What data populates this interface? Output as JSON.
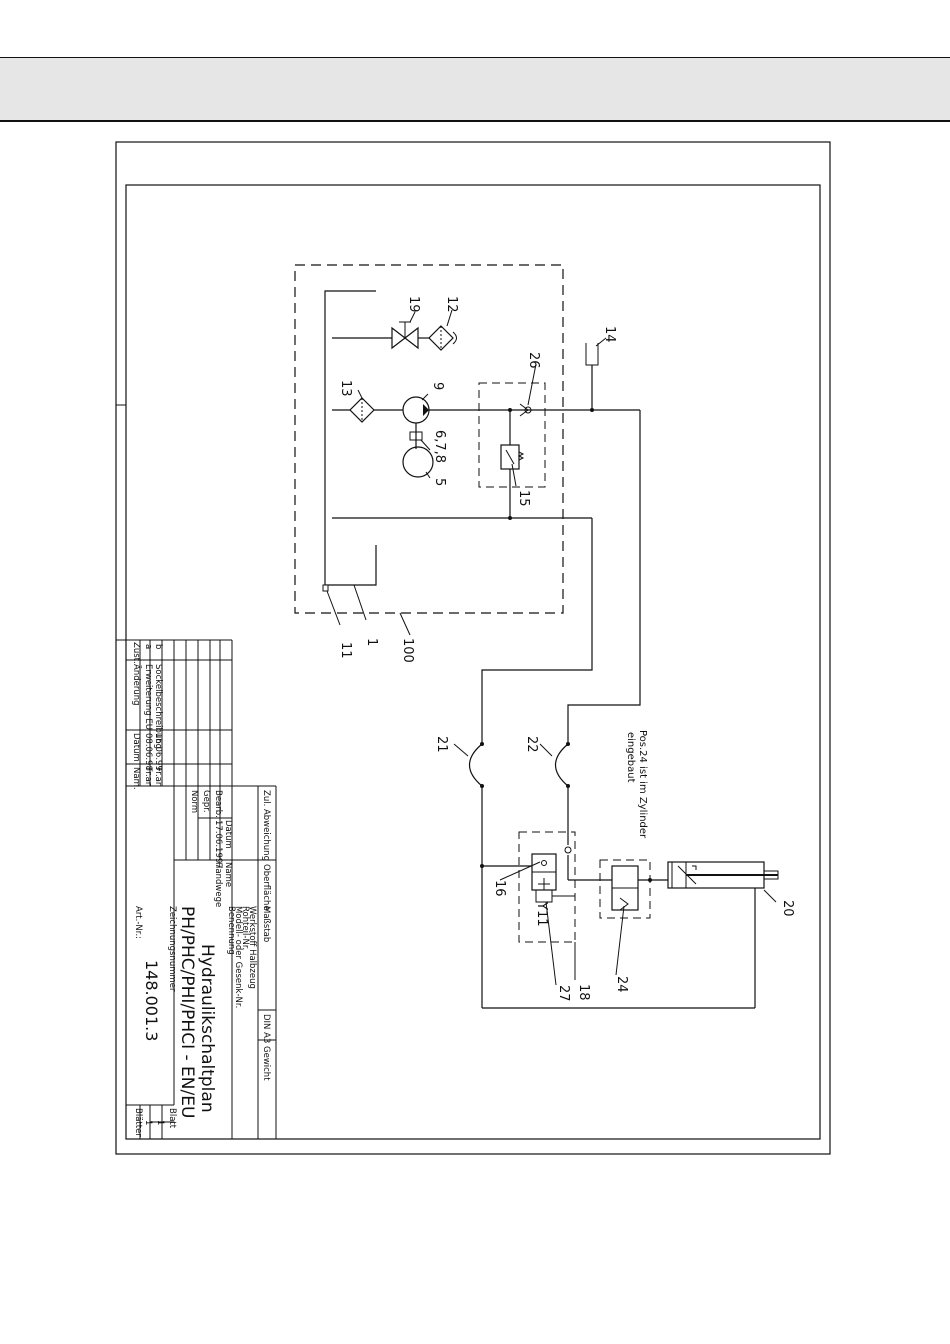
{
  "diagram": {
    "part_labels": {
      "p11": "11",
      "p1": "1",
      "p100": "100",
      "p19": "19",
      "p12": "12",
      "p13": "13",
      "p9": "9",
      "p678": "6,7,8",
      "p5": "5",
      "p26": "26",
      "p14": "14",
      "p15": "15",
      "p21": "21",
      "p22": "22",
      "p16": "16",
      "p27": "27",
      "p18": "18",
      "p24": "24",
      "p20": "20"
    },
    "note_line1": "Pos.24 ist im Zylinder",
    "note_line2": "eingebaut",
    "solenoid": "Y11"
  },
  "title_block": {
    "title_line1": "Hydraulikschaltplan",
    "title_line2": "PH/PHC/PHI/PHCI - EN/EU",
    "drawing_number": "148.001.3",
    "labels": {
      "zul_abweichung": "Zul. Abweichung",
      "oberflaeche": "Oberfläche",
      "massstab": "Maßstab",
      "din_a3": "DIN A3",
      "gewicht": "Gewicht",
      "werkstoff": "Werkstoff Halbzeug",
      "rohteil": "Rohteil-Nr.",
      "modell": "Modell- oder Gesenk-Nr.",
      "benennung": "Benennung",
      "zeichnungsnummer": "Zeichnungsnummer",
      "art_nr": "Art.-Nr.:",
      "blatt": "Blatt",
      "blaetter": "Blätter",
      "blatt_val": "1",
      "blaetter_val": "1",
      "datum": "Datum",
      "name": "Name",
      "bearb": "Bearb.",
      "gepr": "Gepr.",
      "norm": "Norm",
      "bearb_datum": "17.06.1997",
      "bearb_name": "Handwege"
    },
    "revisions": [
      {
        "mark": "b",
        "text": "Sockelbeschreibung",
        "date": "16.06.99",
        "name": "Fr.an"
      },
      {
        "mark": "a",
        "text": "Erweiterung EU",
        "date": "08.06.98",
        "name": "Fr.an"
      }
    ],
    "rev_header": {
      "zust": "Zust.",
      "aenderung": "Änderung",
      "datum": "Datum",
      "name": "Nam."
    }
  }
}
